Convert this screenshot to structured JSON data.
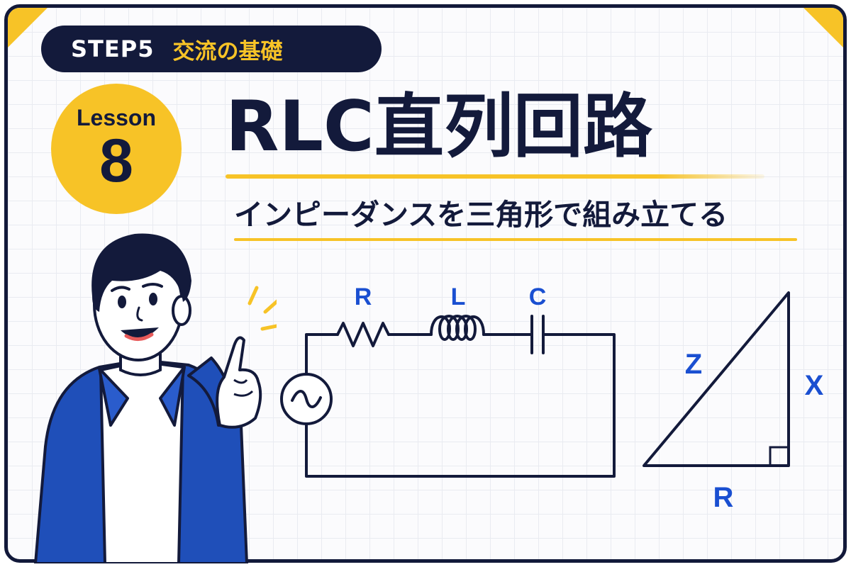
{
  "header": {
    "step_label": "STEP5",
    "step_topic": "交流の基礎"
  },
  "lesson": {
    "word": "Lesson",
    "number": "8"
  },
  "title": "RLC直列回路",
  "subtitle": "インピーダンスを三角形で組み立てる",
  "circuit": {
    "labels": {
      "resistor": "R",
      "inductor": "L",
      "capacitor": "C"
    },
    "source_icon": "ac-source-icon"
  },
  "impedance_triangle": {
    "hypotenuse": "Z",
    "vertical": "X",
    "base": "R"
  },
  "colors": {
    "navy": "#131a3b",
    "accent_yellow": "#f7c327",
    "label_blue": "#1a4fd1",
    "jacket_blue": "#1f4fb9"
  }
}
